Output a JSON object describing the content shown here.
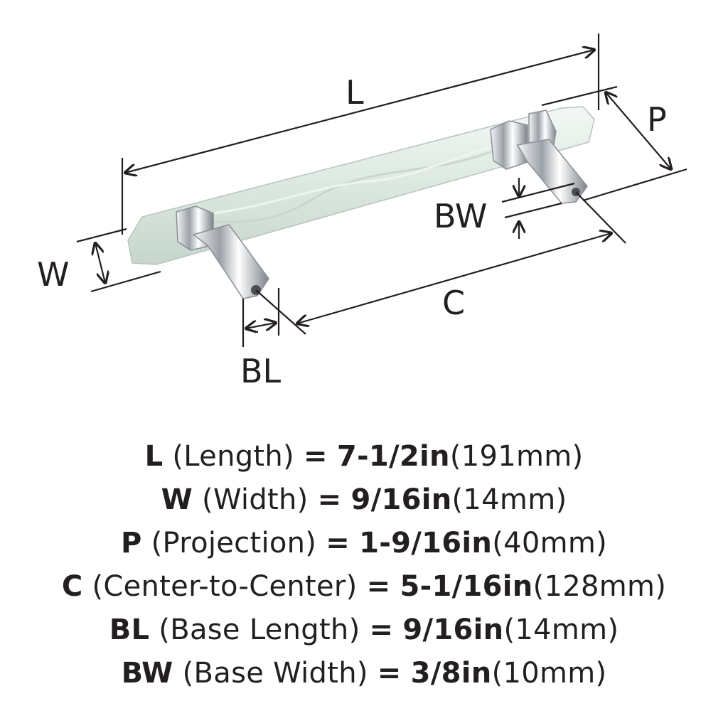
{
  "labels": {
    "L": "L",
    "P": "P",
    "W": "W",
    "BW": "BW",
    "C": "C",
    "BL": "BL"
  },
  "specs": [
    {
      "code": "L",
      "name": "(Length)",
      "eq": "=",
      "imperial": "7-1/2in",
      "metric": "(191mm)"
    },
    {
      "code": "W",
      "name": "(Width)",
      "eq": "=",
      "imperial": "9/16in",
      "metric": "(14mm)"
    },
    {
      "code": "P",
      "name": "(Projection)",
      "eq": "=",
      "imperial": "1-9/16in",
      "metric": "(40mm)"
    },
    {
      "code": "C",
      "name": "(Center-to-Center)",
      "eq": "=",
      "imperial": "5-1/16in",
      "metric": "(128mm)"
    },
    {
      "code": "BL",
      "name": "(Base Length)",
      "eq": "=",
      "imperial": "9/16in",
      "metric": "(14mm)"
    },
    {
      "code": "BW",
      "name": "(Base Width)",
      "eq": "=",
      "imperial": "3/8in",
      "metric": "(10mm)"
    }
  ],
  "colors": {
    "ink": "#231f20",
    "handle": "#dde9e2",
    "chrome": "#c9ccd0"
  }
}
